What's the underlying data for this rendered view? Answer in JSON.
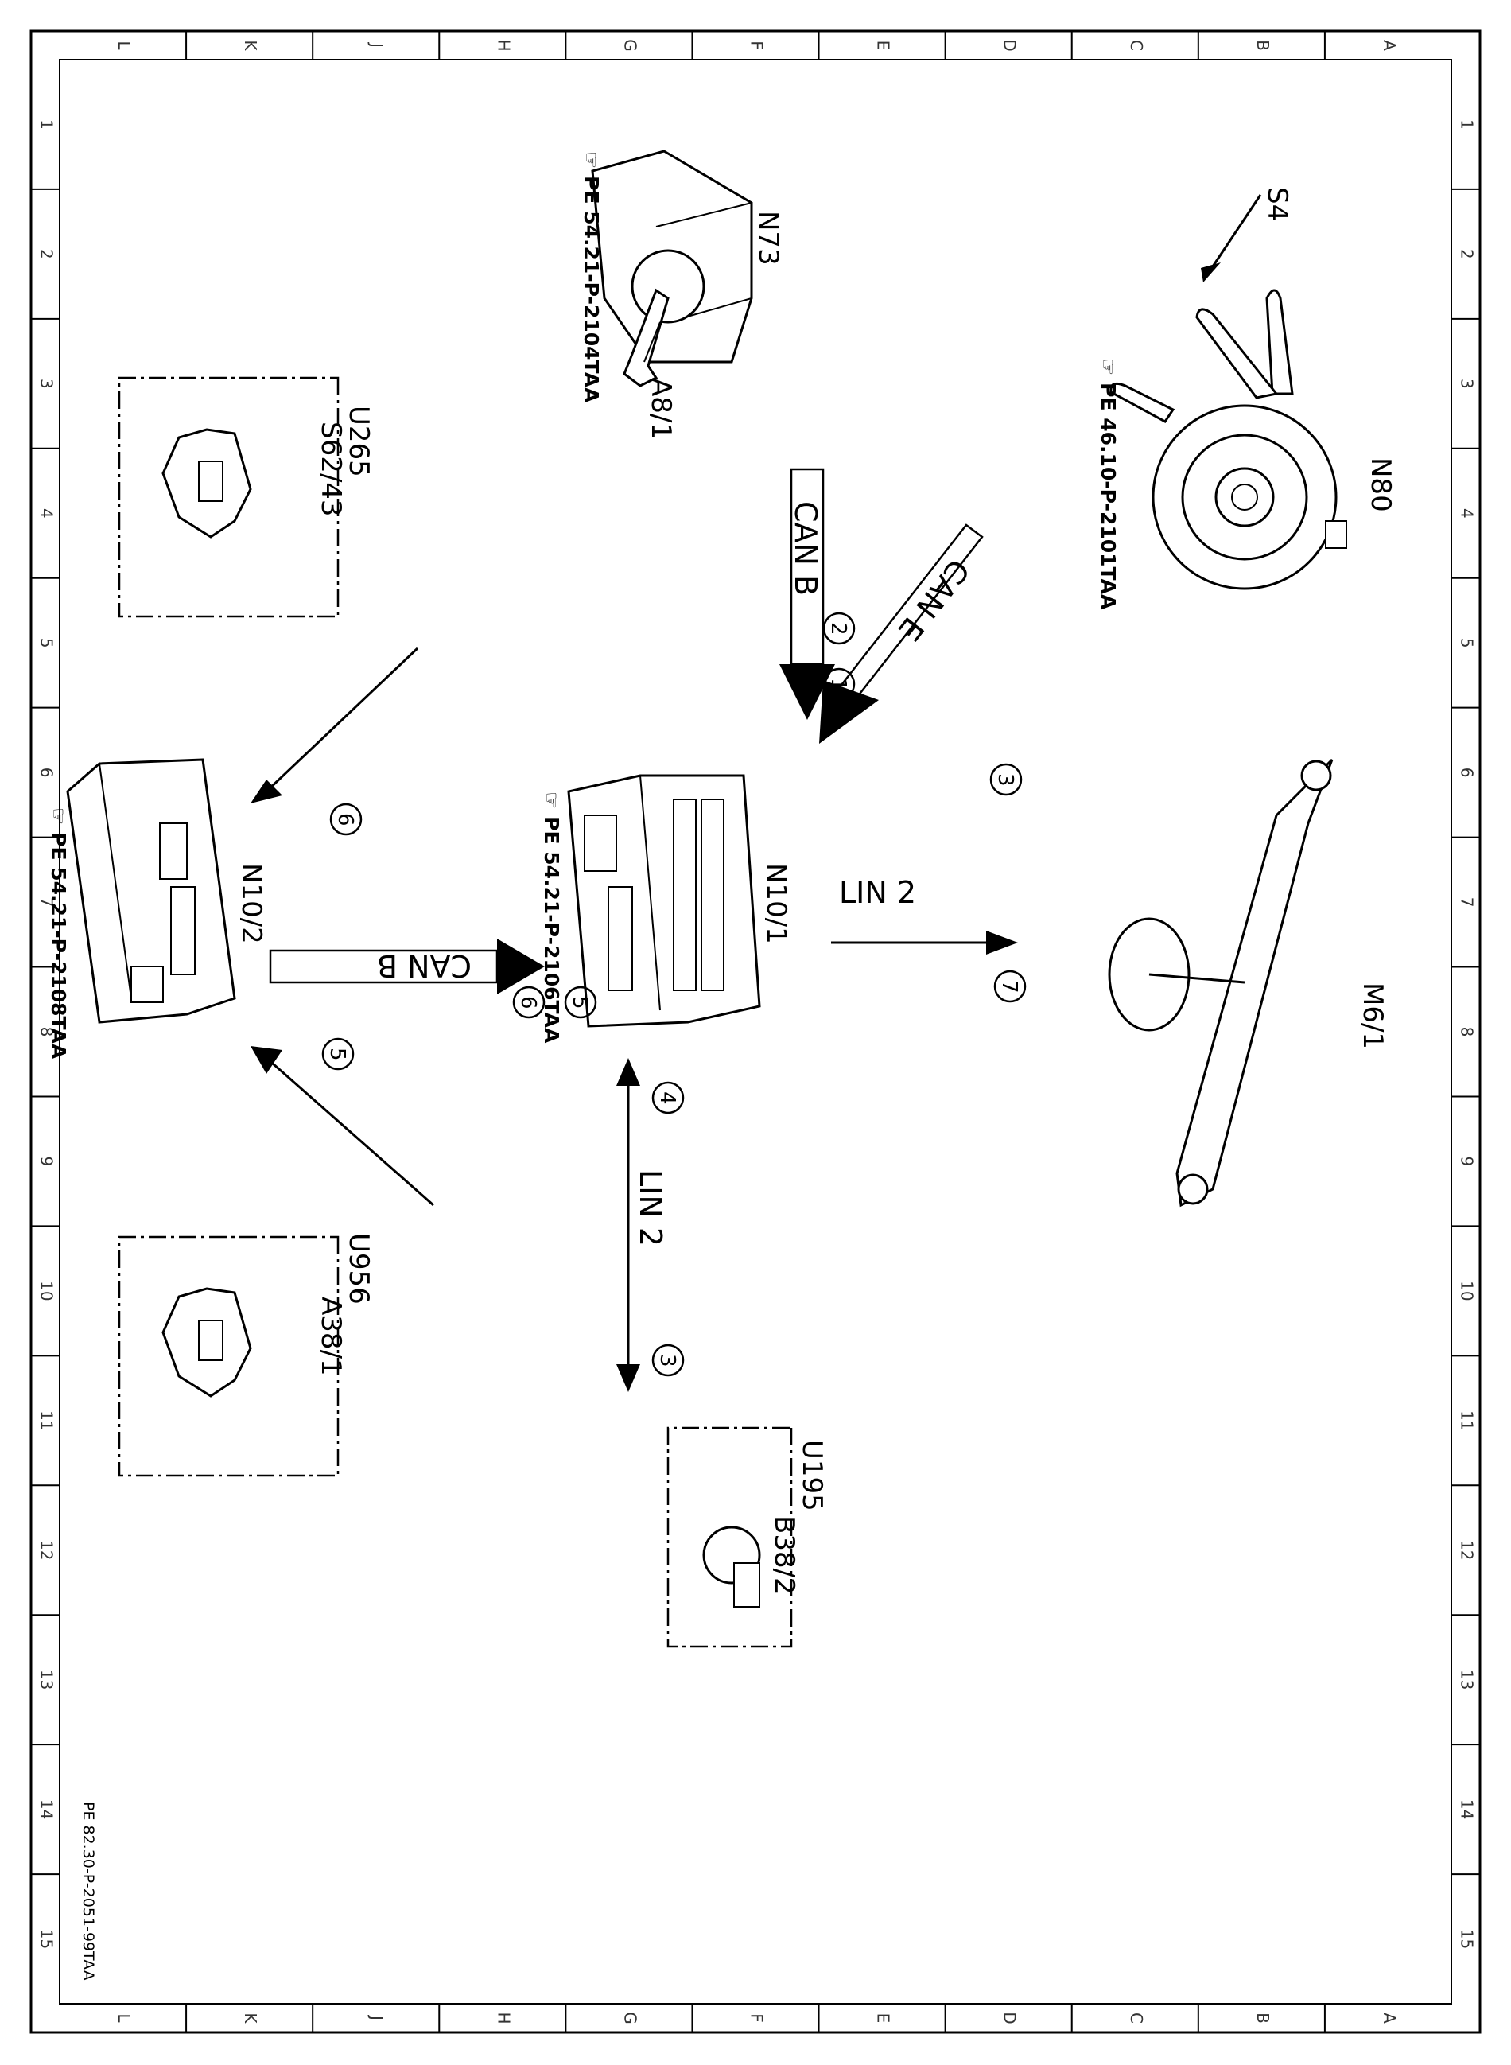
{
  "grid": {
    "letters": [
      "L",
      "K",
      "J",
      "H",
      "G",
      "F",
      "E",
      "D",
      "C",
      "B",
      "A"
    ],
    "numbers": [
      "1",
      "2",
      "3",
      "4",
      "5",
      "6",
      "7",
      "8",
      "9",
      "10",
      "11",
      "12",
      "13",
      "14",
      "15"
    ]
  },
  "document_id": "PE 82.30-P-2051-99TAA",
  "components": {
    "n73": {
      "code": "N73",
      "sub": "A8/1",
      "ref": "PE 54.21-P-2104TAA"
    },
    "n80": {
      "code": "N80",
      "sub": "S4",
      "ref": "PE 46.10-P-2101TAA"
    },
    "u265": {
      "code": "U265",
      "sub": "S62/43"
    },
    "n10_2": {
      "code": "N10/2",
      "ref": "PE 54.21-P-2108TAA"
    },
    "n10_1": {
      "code": "N10/1",
      "ref": "PE 54.21-P-2106TAA"
    },
    "m6_1": {
      "code": "M6/1"
    },
    "u956": {
      "code": "U956",
      "sub": "A38/1"
    },
    "u195": {
      "code": "U195",
      "sub": "B38/2"
    }
  },
  "buses": {
    "can_b_top": "CAN B",
    "can_e": "CAN E",
    "can_b_mid": "CAN B",
    "lin2_right": "LIN 2",
    "lin2_bottom": "LIN 2"
  },
  "steps": {
    "s_can_b_2": "2",
    "s_can_b_1": "1",
    "s_can_e_3": "3",
    "s_u265_6": "6",
    "s_u956_5": "5",
    "s_mid_5": "5",
    "s_mid_6": "6",
    "s_lin_right_7": "7",
    "s_lin_bottom_4": "4",
    "s_lin_bottom_3": "3"
  }
}
